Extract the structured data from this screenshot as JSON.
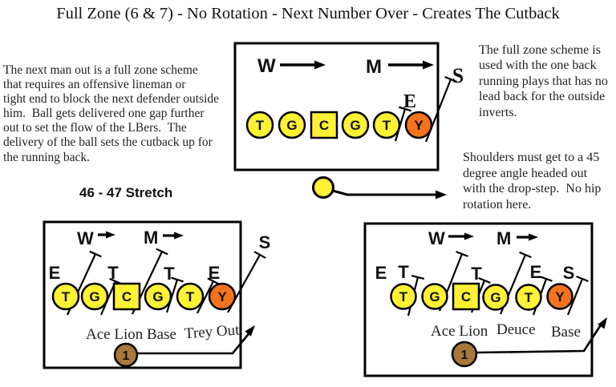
{
  "title": "Full Zone (6 & 7) - No Rotation - Next Number Over - Creates The Cutback",
  "notes": {
    "left": "The next man out is a full zone scheme\nthat requires an offensive lineman or\ntight end to block the next defender outside\nhim.  Ball gets delivered one gap further\nout to set the flow of the LBers.  The\ndelivery of the ball sets the cutback up for\nthe running back.",
    "right_top": "The full zone scheme is\nused with the one back\nrunning plays that has no\nlead back for the outside\ninverts.",
    "right_bottom": "Shoulders must get to a 45\ndegree angle headed out\nwith the drop-step.  No hip\nrotation here."
  },
  "section_label": "46 - 47 Stretch",
  "colors": {
    "line_yellow": "#FFF133",
    "tight_end_orange": "#F4731D",
    "back_brown": "#A7773B",
    "ink": "#000000"
  },
  "top_diagram": {
    "will": "W",
    "mike": "M",
    "end": "E",
    "safety": "S",
    "offense": [
      "T",
      "G",
      "C",
      "G",
      "T",
      "Y"
    ]
  },
  "bottom_left_diagram": {
    "will": "W",
    "mike": "M",
    "defenders": [
      "E",
      "T",
      "T",
      "E",
      "S"
    ],
    "offense": [
      "T",
      "G",
      "C",
      "G",
      "T",
      "Y"
    ],
    "call_primary": "Ace Lion Base",
    "call_secondary": "Trey Out",
    "back_number": "1"
  },
  "bottom_right_diagram": {
    "will": "W",
    "mike": "M",
    "defenders": [
      "E",
      "T",
      "T",
      "E",
      "S"
    ],
    "offense": [
      "T",
      "G",
      "C",
      "G",
      "T",
      "Y"
    ],
    "call_words": [
      "Ace Lion",
      "Deuce",
      "Base"
    ],
    "back_number": "1"
  }
}
